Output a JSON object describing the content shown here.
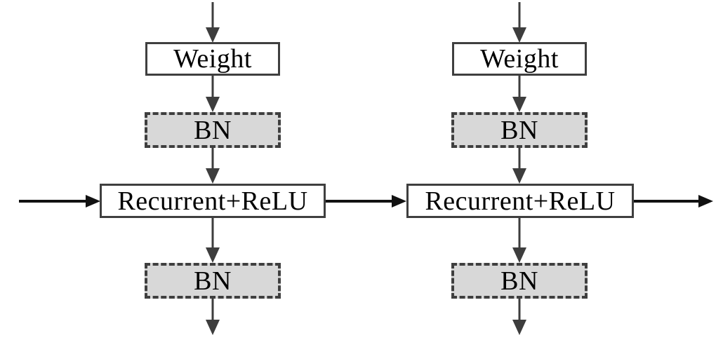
{
  "diagram": {
    "type": "flow-diagram",
    "blocks": [
      {
        "weight_label": "Weight",
        "bn_top_label": "BN",
        "recurrent_label": "Recurrent+ReLU",
        "bn_bottom_label": "BN"
      },
      {
        "weight_label": "Weight",
        "bn_top_label": "BN",
        "recurrent_label": "Recurrent+ReLU",
        "bn_bottom_label": "BN"
      }
    ],
    "colors": {
      "background": "#ffffff",
      "box_fill": "#ffffff",
      "box_border": "#3f3f3f",
      "bn_fill": "#d8d8d8",
      "bn_border": "#3f3f3f",
      "arrow_vertical": "#3d3d3d",
      "arrow_horizontal": "#111111",
      "text": "#000000"
    }
  }
}
